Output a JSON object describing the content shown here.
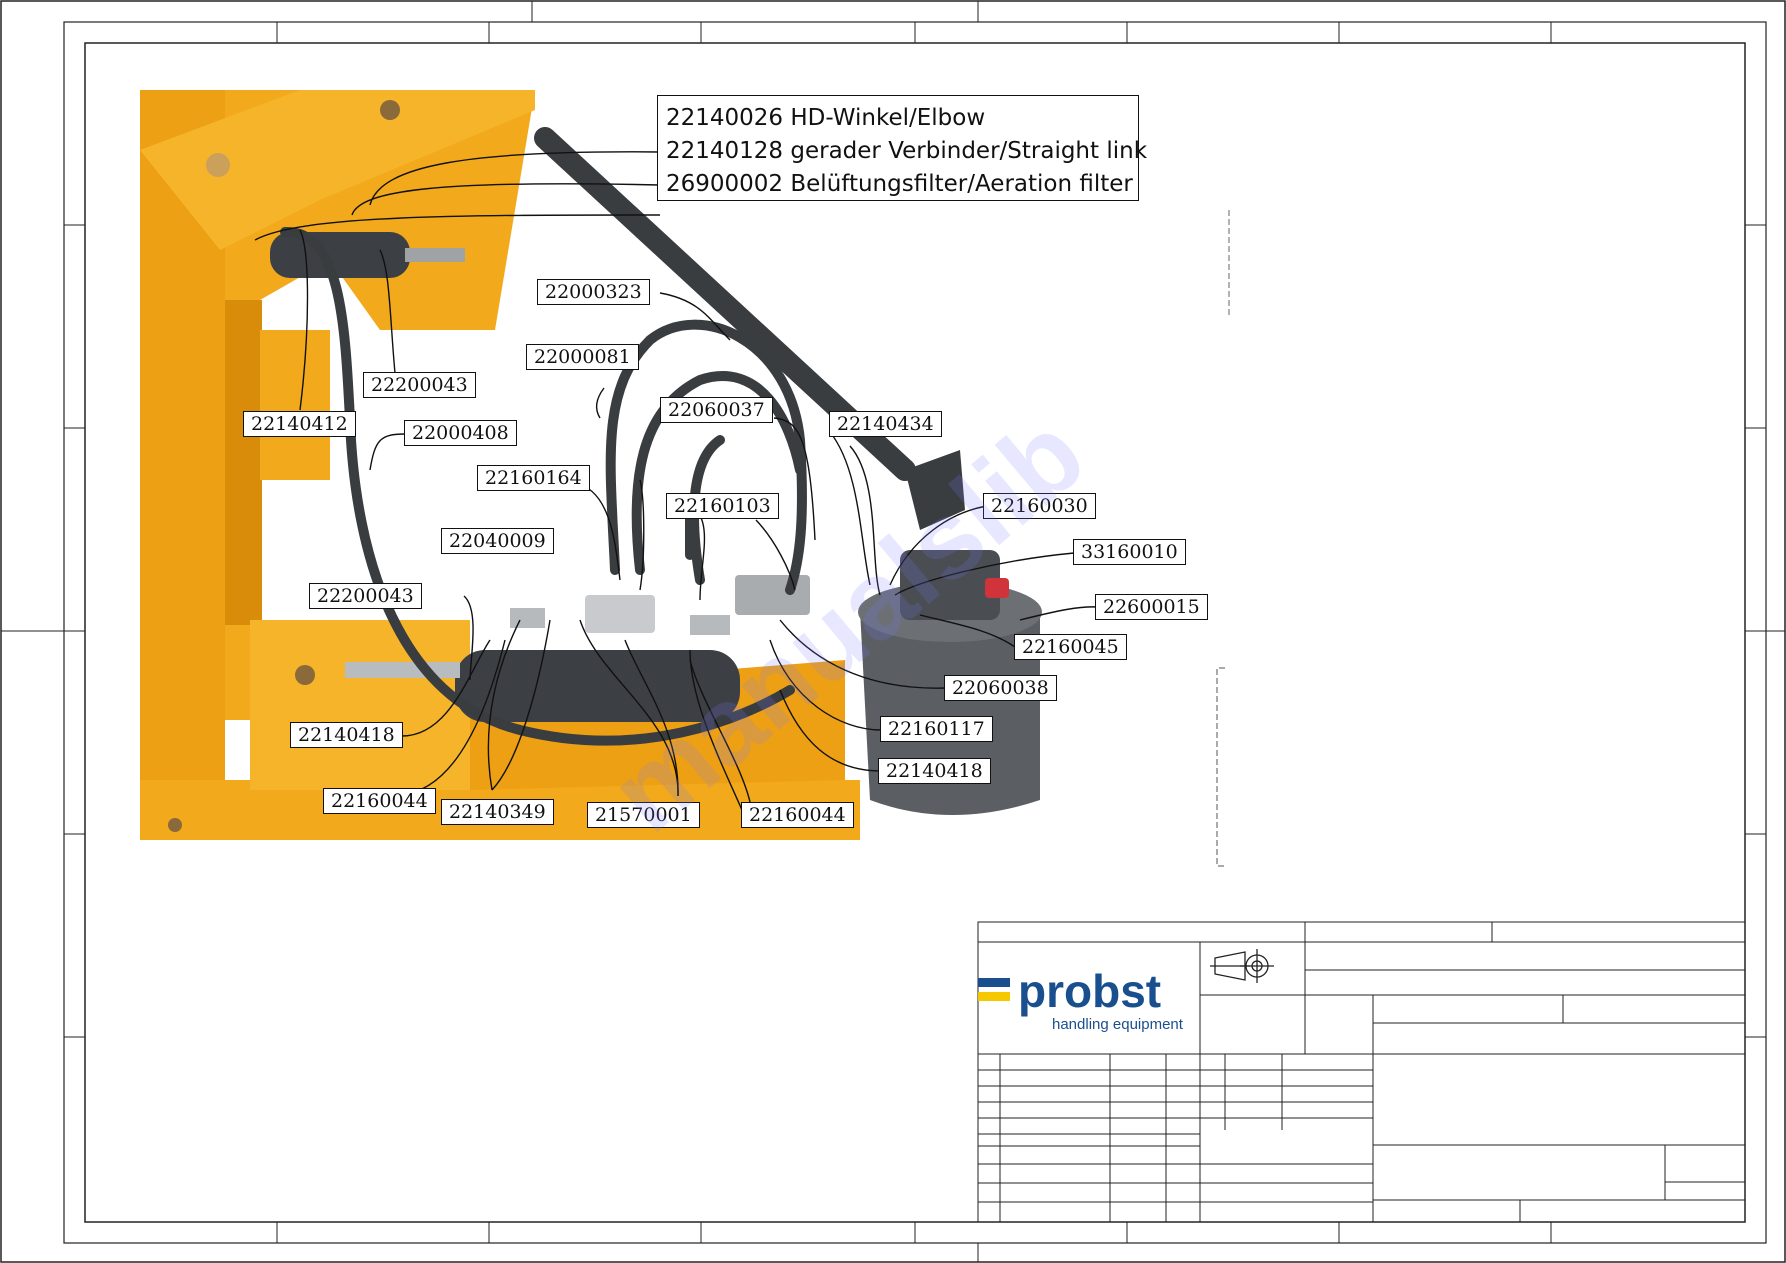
{
  "info_box": {
    "lines": [
      "22140026 HD-Winkel/Elbow",
      "22140128 gerader Verbinder/Straight link",
      "26900002 Belüftungsfilter/Aeration filter"
    ]
  },
  "callouts": [
    "22000323",
    "22000081",
    "22200043",
    "22140412",
    "22000408",
    "22060037",
    "22140434",
    "22160164",
    "22160103",
    "22160030",
    "22040009",
    "33160010",
    "22200043",
    "22600015",
    "22160045",
    "22060038",
    "22140418",
    "22160117",
    "22140418",
    "22160044",
    "22140349",
    "21570001",
    "22160044"
  ],
  "logo": {
    "name": "probst",
    "tagline": "handling equipment"
  },
  "watermark": "manualslib",
  "colors": {
    "machine": "#f2a91c",
    "machine_dark": "#d98b0a",
    "cylinder": "#3c3f44",
    "hose": "#3a3d40",
    "pump": "#5b5f63",
    "logo_blue": "#1a4f8f",
    "logo_yellow": "#f5c800"
  }
}
